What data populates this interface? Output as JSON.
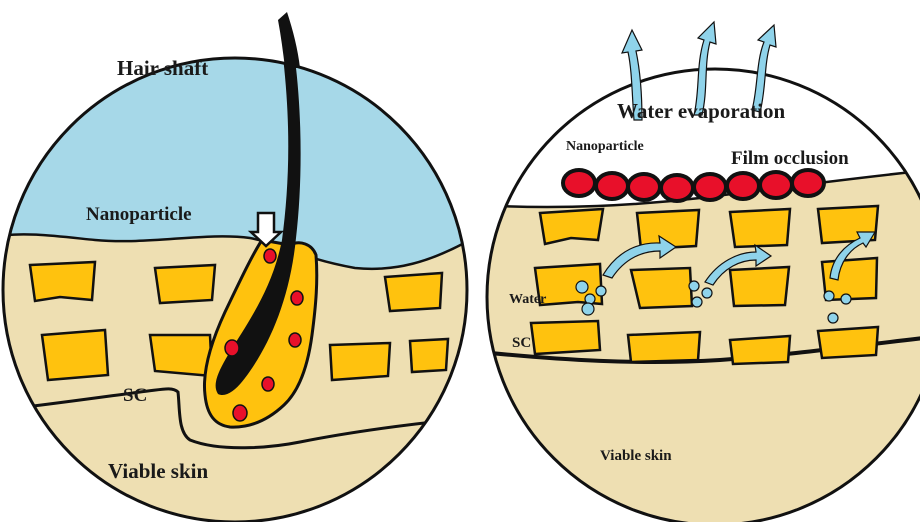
{
  "left_panel": {
    "labels": {
      "hair_shaft": "Hair shaft",
      "nanoparticle": "Nanoparticle",
      "sc": "SC",
      "viable_skin": "Viable skin"
    }
  },
  "right_panel": {
    "labels": {
      "water_evaporation": "Water evaporation",
      "nanoparticle": "Nanoparticle",
      "film_occlusion": "Film occlusion",
      "water": "Water",
      "sc": "SC",
      "viable_skin": "Viable skin"
    }
  },
  "colors": {
    "nanoparticle_layer": "#a6d8e8",
    "skin": "#eedfb2",
    "corneocyte": "#ffc20e",
    "particle_red": "#e8102a",
    "hair": "#111111",
    "water_droplet": "#8fd3ea",
    "outline": "#111111"
  }
}
